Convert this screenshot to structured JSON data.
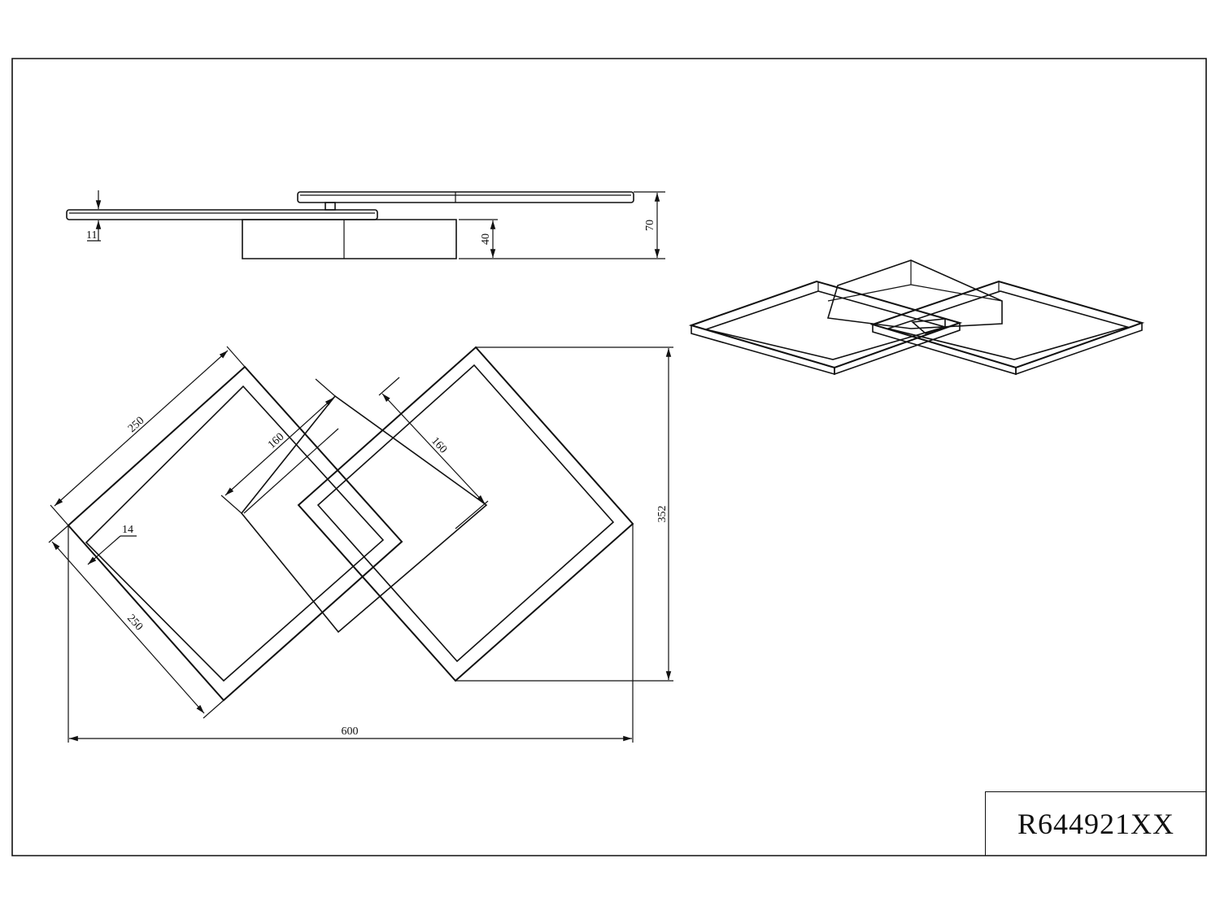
{
  "title_block": {
    "part_number": "R644921XX"
  },
  "dimensions": {
    "side_thickness": "11",
    "side_base_height": "40",
    "side_total_height": "70",
    "frame_side_upper": "250",
    "frame_side_lower": "250",
    "inner_frame_left": "160",
    "inner_frame_right": "160",
    "frame_width": "14",
    "total_height": "352",
    "total_width": "600"
  }
}
